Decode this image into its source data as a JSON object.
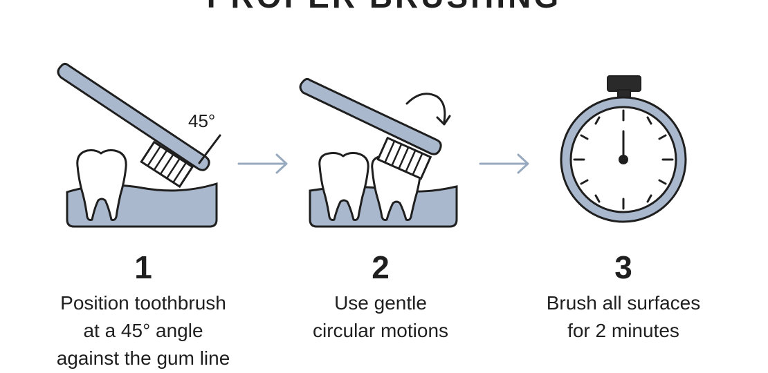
{
  "title": "PROPER BRUSHING",
  "steps": [
    {
      "number": "1",
      "lines": [
        "Position toothbrush",
        "at a 45° angle",
        "against the gum line"
      ],
      "angle_label": "45°",
      "icon": "toothbrush-angled-on-tooth"
    },
    {
      "number": "2",
      "lines": [
        "Use gentle",
        "circular motions"
      ],
      "icon": "toothbrush-circular-motion"
    },
    {
      "number": "3",
      "lines": [
        "Brush all surfaces",
        "for 2 minutes"
      ],
      "icon": "stopwatch"
    }
  ],
  "colors": {
    "accent": "#a9b8cc",
    "outline": "#1f1f1f",
    "arrow": "#98aabf"
  }
}
